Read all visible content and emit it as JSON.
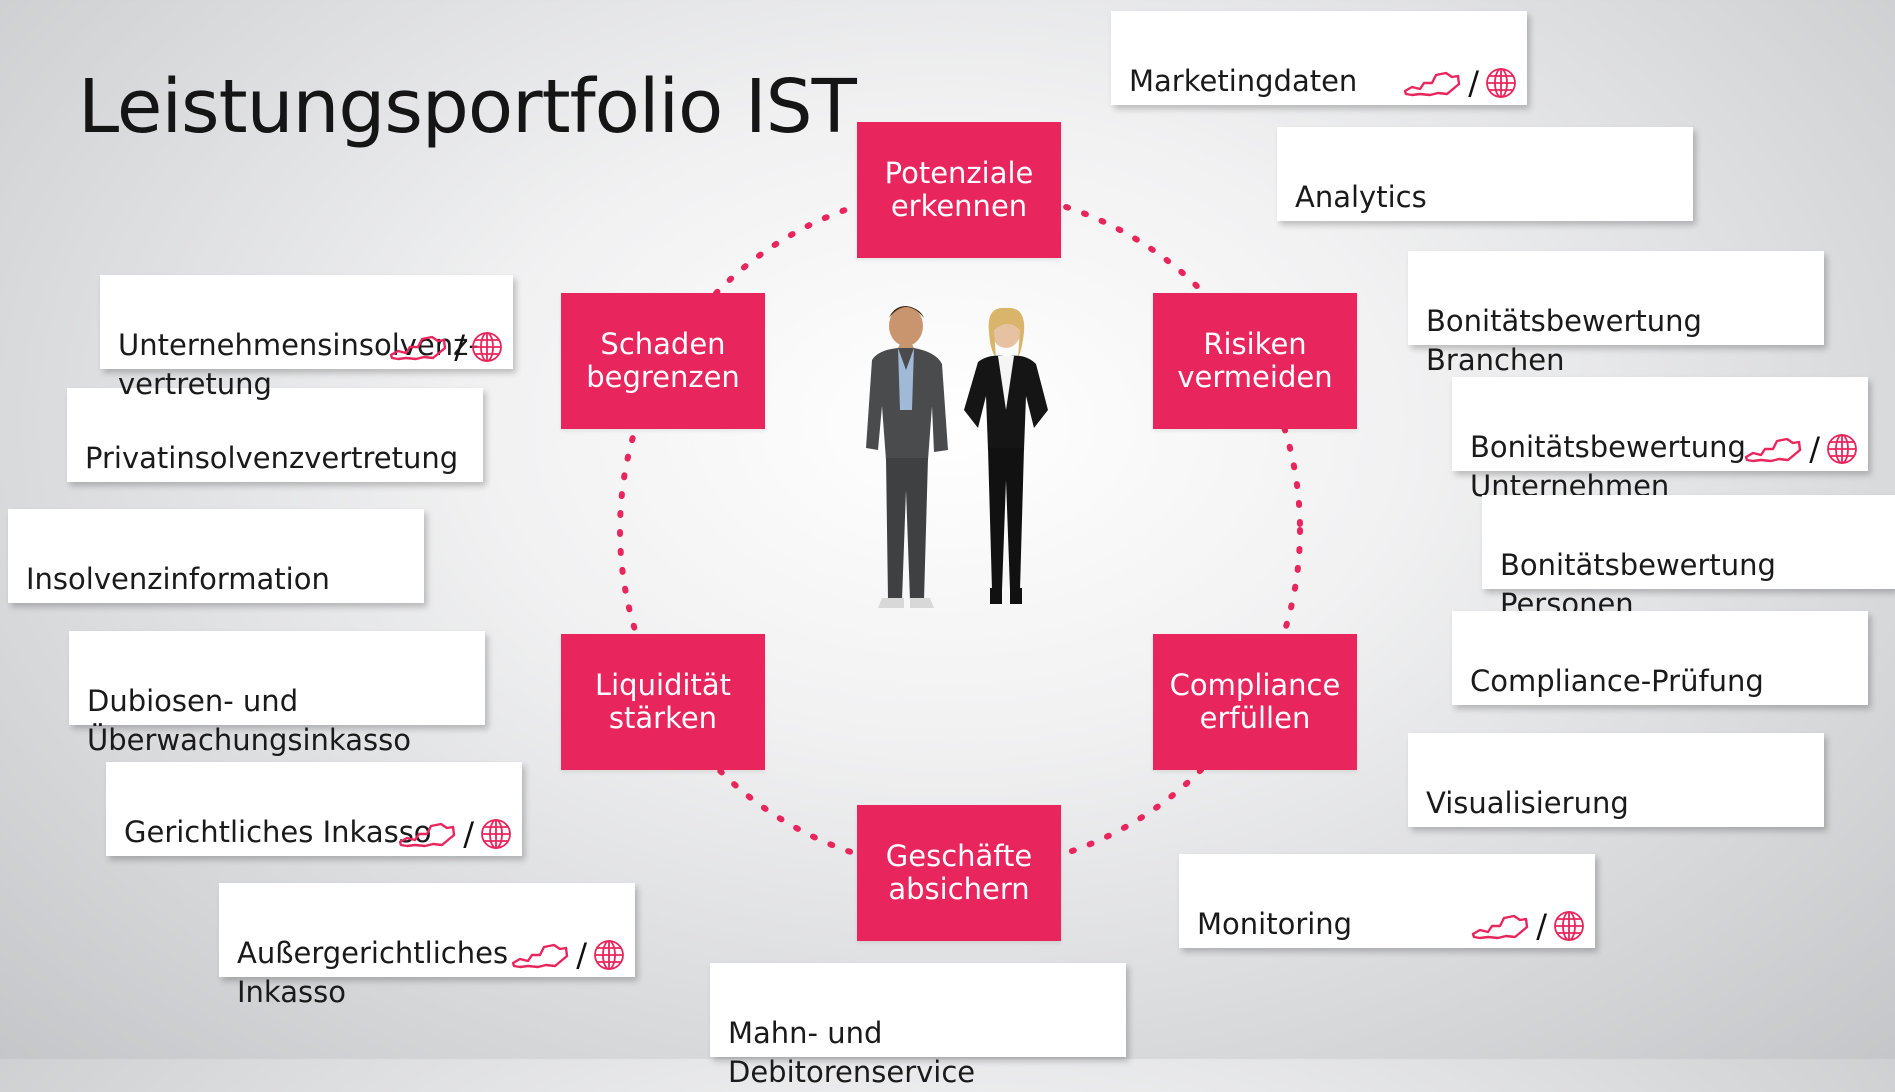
{
  "title": "Leistungsportfolio IST",
  "colors": {
    "accent": "#e8255c",
    "card": "#ffffff",
    "text": "#1a1a1a"
  },
  "scope_separator": "/",
  "hubs": {
    "potenziale": "Potenziale\nerkennen",
    "risiken": "Risiken\nvermeiden",
    "compliance": "Compliance\nerfüllen",
    "geschaefte": "Geschäfte\nabsichern",
    "liquiditaet": "Liquidität\nstärken",
    "schaden": "Schaden\nbegrenzen"
  },
  "services": {
    "marketingdaten": "Marketingdaten",
    "analytics": "Analytics",
    "bonitaet_branchen": "Bonitätsbewertung\nBranchen",
    "bonitaet_unternehmen": "Bonitätsbewertung\nUnternehmen",
    "bonitaet_personen": "Bonitätsbewertung\nPersonen",
    "compliance_pruefung": "Compliance-Prüfung",
    "visualisierung": "Visualisierung",
    "monitoring": "Monitoring",
    "mahn": "Mahn- und\nDebitorenservice",
    "aussergerichtlich": "Außergerichtliches Inkasso",
    "gerichtlich": "Gerichtliches Inkasso",
    "dubiosen": "Dubiosen- und\nÜberwachungsinkasso",
    "insolvenzinformation": "Insolvenzinformation",
    "privatinsolvenz": "Privatinsolvenzvertretung",
    "unternehmensinsolvenz": "Unternehmensinsolvenz-\nvertretung"
  },
  "icons": {
    "national": "austria-map-icon",
    "international": "globe-icon"
  }
}
